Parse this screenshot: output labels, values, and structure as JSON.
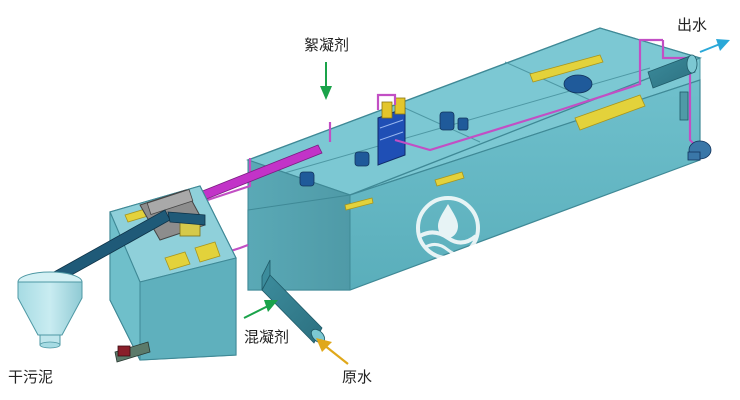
{
  "labels": {
    "outlet_water": "出水",
    "flocculant": "絮凝剂",
    "coagulant": "混凝剂",
    "raw_water": "原水",
    "dry_sludge": "干污泥"
  },
  "colors": {
    "tank_front": "#67b9c6",
    "tank_top_rim": "#8fd0da",
    "tank_inner": "#5fb0bd",
    "pipe_purple": "#c24fc4",
    "pipe_magenta": "#c233c8",
    "pipe_teal": "#3e8fa0",
    "arrow_green": "#1aa34a",
    "arrow_yellow": "#e0a81a",
    "arrow_blue": "#2aa8d8",
    "dosing_blue": "#1f4fb5",
    "plates_yellow": "#e3d23b"
  }
}
